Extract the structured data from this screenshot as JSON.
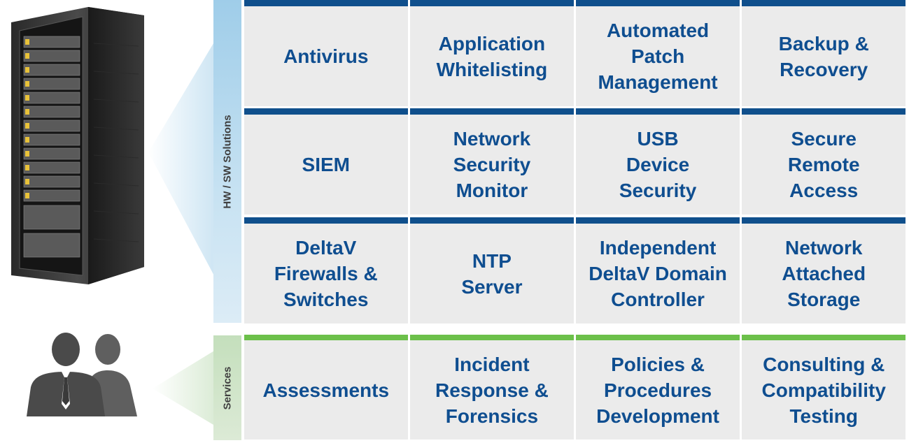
{
  "side_labels": {
    "hw_sw": "HW / SW Solutions",
    "services": "Services"
  },
  "colors": {
    "hw_accent": "#0f4f8c",
    "services_accent": "#6cc04a",
    "text": "#0f4e90",
    "cell_bg": "#ebebeb"
  },
  "images": {
    "server": "server-rack-icon",
    "people": "people-icon"
  },
  "rows": [
    {
      "group": "hw_sw",
      "cells": [
        "Antivirus",
        "Application\nWhitelisting",
        "Automated\nPatch\nManagement",
        "Backup &\nRecovery"
      ]
    },
    {
      "group": "hw_sw",
      "cells": [
        "SIEM",
        "Network\nSecurity\nMonitor",
        "USB\nDevice\nSecurity",
        "Secure\nRemote\nAccess"
      ]
    },
    {
      "group": "hw_sw",
      "cells": [
        "DeltaV\nFirewalls &\nSwitches",
        "NTP\nServer",
        "Independent\nDeltaV Domain\nController",
        "Network\nAttached\nStorage"
      ]
    },
    {
      "group": "services",
      "cells": [
        "Assessments",
        "Incident\nResponse &\nForensics",
        "Policies &\nProcedures\nDevelopment",
        "Consulting &\nCompatibility\nTesting"
      ]
    }
  ]
}
